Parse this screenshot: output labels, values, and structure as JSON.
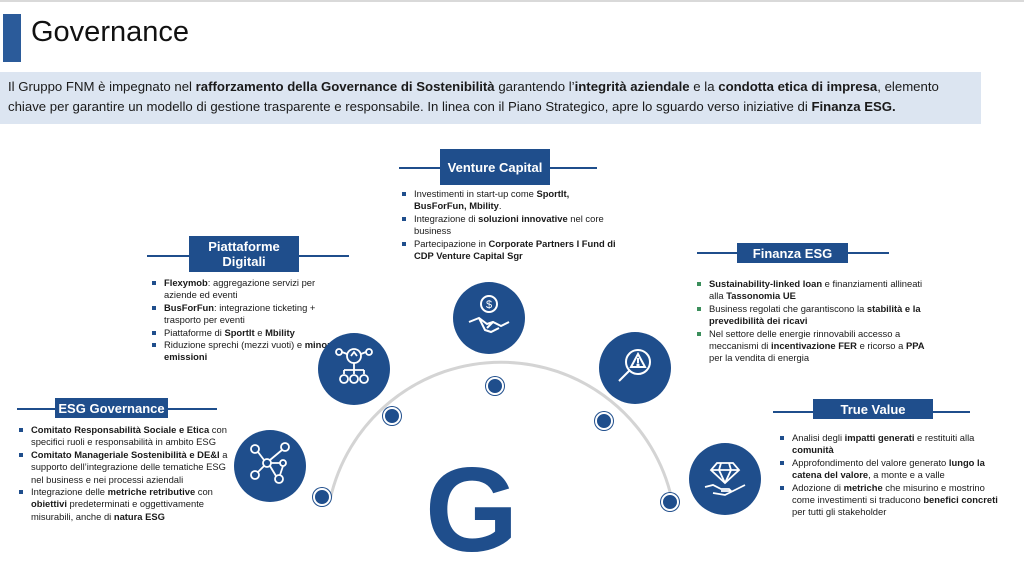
{
  "page": {
    "title": "Governance",
    "intro": [
      {
        "t": "Il Gruppo FNM è impegnato nel ",
        "b": false
      },
      {
        "t": "rafforzamento della Governance di Sostenibilità",
        "b": true
      },
      {
        "t": " garantendo l’",
        "b": false
      },
      {
        "t": "integrità aziendale",
        "b": true
      },
      {
        "t": " e la ",
        "b": false
      },
      {
        "t": "condotta etica di impresa",
        "b": true
      },
      {
        "t": ", elemento chiave per garantire un modello di gestione trasparente e responsabile. In linea con il Piano Strategico, apre lo sguardo verso iniziative di ",
        "b": false
      },
      {
        "t": "Finanza ESG.",
        "b": true
      }
    ]
  },
  "colors": {
    "accent": "#1f4e8c",
    "intro_bg": "#dce5f1",
    "green_bullet": "#3b8e5b"
  },
  "sections": {
    "venture": {
      "title": "Venture Capital",
      "icon": "handshake-dollar-icon",
      "bullets": [
        [
          {
            "t": "Investimenti in start-up come ",
            "b": false
          },
          {
            "t": "SportIt, BusForFun, Mbility",
            "b": true
          },
          {
            "t": ".",
            "b": false
          }
        ],
        [
          {
            "t": "Integrazione di ",
            "b": false
          },
          {
            "t": "soluzioni innovative",
            "b": true
          },
          {
            "t": " nel core business",
            "b": false
          }
        ],
        [
          {
            "t": "Partecipazione in ",
            "b": false
          },
          {
            "t": "Corporate Partners I Fund di CDP Venture Capital Sgr",
            "b": true
          }
        ]
      ]
    },
    "piattaforme": {
      "title": "Piattaforme Digitali",
      "icon": "people-network-icon",
      "bullets": [
        [
          {
            "t": "Flexymob",
            "b": true
          },
          {
            "t": ": aggregazione servizi per aziende ed eventi",
            "b": false
          }
        ],
        [
          {
            "t": "BusForFun",
            "b": true
          },
          {
            "t": ": integrazione ticketing + trasporto per eventi",
            "b": false
          }
        ],
        [
          {
            "t": "Piattaforme di ",
            "b": false
          },
          {
            "t": "SportIt",
            "b": true
          },
          {
            "t": " e ",
            "b": false
          },
          {
            "t": "Mbility",
            "b": true
          }
        ],
        [
          {
            "t": "Riduzione sprechi (mezzi vuoti) e ",
            "b": false
          },
          {
            "t": "minori emissioni",
            "b": true
          }
        ]
      ]
    },
    "finanza": {
      "title": "Finanza ESG",
      "icon": "magnifier-alert-icon",
      "bullets": [
        [
          {
            "t": "Sustainability-linked loan",
            "b": true
          },
          {
            "t": " e finanziamenti allineati alla ",
            "b": false
          },
          {
            "t": "Tassonomia UE",
            "b": true
          }
        ],
        [
          {
            "t": "Business regolati che garantiscono la ",
            "b": false
          },
          {
            "t": "stabilità e la prevedibilità dei ricavi",
            "b": true
          }
        ],
        [
          {
            "t": "Nel settore delle energie rinnovabili accesso a meccanismi di ",
            "b": false
          },
          {
            "t": "incentivazione FER",
            "b": true
          },
          {
            "t": " e ricorso a ",
            "b": false
          },
          {
            "t": "PPA",
            "b": true
          },
          {
            "t": " per la vendita di energia",
            "b": false
          }
        ]
      ]
    },
    "esg": {
      "title": "ESG Governance",
      "icon": "network-nodes-icon",
      "bullets": [
        [
          {
            "t": "Comitato Responsabilità Sociale e Etica",
            "b": true
          },
          {
            "t": " con specifici ruoli e responsabilità in ambito ESG",
            "b": false
          }
        ],
        [
          {
            "t": "Comitato Manageriale Sostenibilità e DE&I",
            "b": true
          },
          {
            "t": " a supporto dell’integrazione delle tematiche ESG nel business e nei processi aziendali",
            "b": false
          }
        ],
        [
          {
            "t": "Integrazione delle ",
            "b": false
          },
          {
            "t": "metriche retributive",
            "b": true
          },
          {
            "t": " con ",
            "b": false
          },
          {
            "t": "obiettivi",
            "b": true
          },
          {
            "t": " predeterminati e oggettivamente misurabili, anche di ",
            "b": false
          },
          {
            "t": "natura ESG",
            "b": true
          }
        ]
      ]
    },
    "truevalue": {
      "title": "True Value",
      "icon": "diamond-hand-icon",
      "bullets": [
        [
          {
            "t": "Analisi degli ",
            "b": false
          },
          {
            "t": "impatti generati",
            "b": true
          },
          {
            "t": " e restituiti alla ",
            "b": false
          },
          {
            "t": "comunità",
            "b": true
          }
        ],
        [
          {
            "t": "Approfondimento del valore generato ",
            "b": false
          },
          {
            "t": "lungo la catena del valore",
            "b": true
          },
          {
            "t": ", a monte e a valle",
            "b": false
          }
        ],
        [
          {
            "t": "Adozione di ",
            "b": false
          },
          {
            "t": "metriche",
            "b": true
          },
          {
            "t": " che misurino e mostrino come investimenti si traducono ",
            "b": false
          },
          {
            "t": "benefici concreti",
            "b": true
          },
          {
            "t": " per tutti gli stakeholder",
            "b": false
          }
        ]
      ]
    }
  },
  "center_letter": "G"
}
